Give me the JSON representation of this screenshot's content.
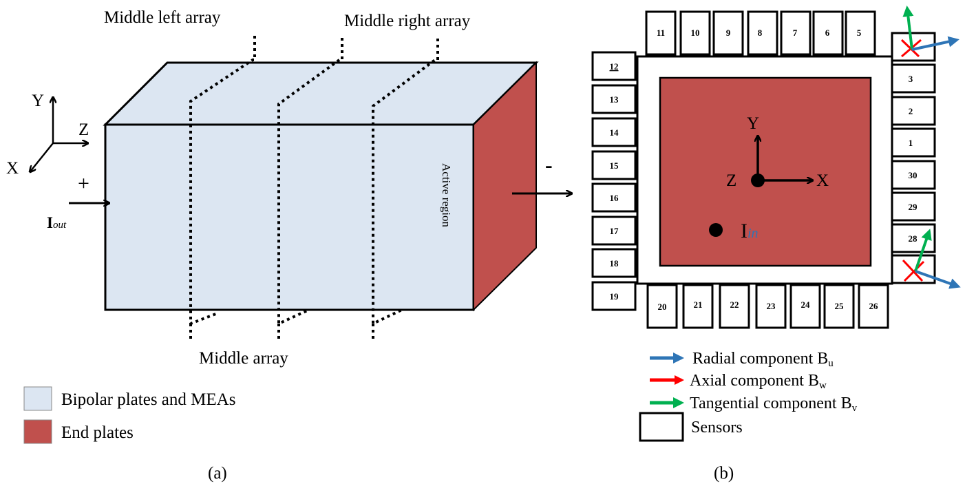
{
  "panel_a": {
    "caption": "(a)",
    "labels": {
      "middle_left": "Middle left array",
      "middle_right": "Middle right array",
      "middle": "Middle array",
      "active_region": "Active region",
      "plus": "+",
      "minus": "-",
      "current_main": "I",
      "current_sub": "out"
    },
    "axes": {
      "y": "Y",
      "z": "Z",
      "x": "X"
    },
    "legend": [
      {
        "label": "Bipolar plates and MEAs",
        "color": "#dce6f2"
      },
      {
        "label": "End plates",
        "color": "#c0504d"
      }
    ]
  },
  "panel_b": {
    "caption": "(b)",
    "axes": {
      "y": "Y",
      "z": "Z",
      "x": "X"
    },
    "current_main": "I",
    "current_sub": "in",
    "sensors": {
      "top": [
        "11",
        "10",
        "9",
        "8",
        "7",
        "6",
        "5"
      ],
      "left": [
        "12",
        "13",
        "14",
        "15",
        "16",
        "17",
        "18",
        "19"
      ],
      "right": [
        "3",
        "2",
        "1",
        "30",
        "29",
        "28"
      ],
      "bottom": [
        "20",
        "21",
        "22",
        "23",
        "24",
        "25",
        "26"
      ]
    },
    "legend": [
      {
        "label": "Radial component B",
        "sub": "u",
        "color": "#2e75b6"
      },
      {
        "label": "Axial component B",
        "sub": "w",
        "color": "#ff0000"
      },
      {
        "label": "Tangential component B",
        "sub": "v",
        "color": "#00b050"
      }
    ],
    "legend_sensor": "Sensors"
  }
}
